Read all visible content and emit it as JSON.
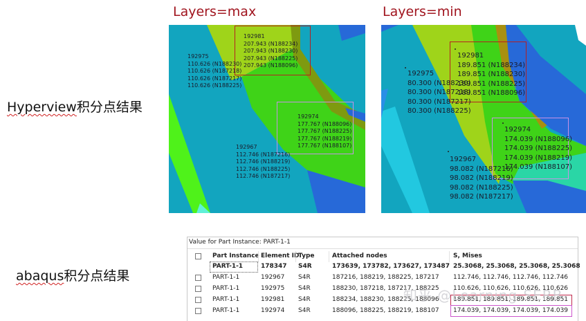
{
  "titles": {
    "left_panel": "Layers=max",
    "right_panel": "Layers=min"
  },
  "side_labels": {
    "hyperview": {
      "en": "Hyperview",
      "zh": "积分点结果"
    },
    "abaqus": {
      "en": "abaqus",
      "zh": "积分点结果"
    }
  },
  "colors": {
    "title_red": "#a0141e",
    "contour_cyan": "#12a5bf",
    "contour_yellowgreen": "#9fd41a",
    "contour_green": "#3fd318",
    "contour_olive": "#7e9a10",
    "contour_blue": "#2769d8",
    "contour_brightgreen": "#4ff21a",
    "contour_aqua": "#2ad6a6",
    "box_red": "#b52020",
    "box_violet": "#c792e6",
    "row_box_red": "#c0284a",
    "row_box_magenta": "#cc55cc"
  },
  "panel_max": {
    "e192975": {
      "id": "192975",
      "lines": [
        "110.626 (N188230)",
        "110.626 (N187218)",
        "110.626 (N187217)",
        "110.626 (N188225)"
      ]
    },
    "e192981": {
      "id": "192981",
      "lines": [
        "207.943 (N188234)",
        "207.943 (N188230)",
        "207.943 (N188225)",
        "207.943 (N188096)"
      ]
    },
    "e192974": {
      "id": "192974",
      "lines": [
        "177.767 (N188096)",
        "177.767 (N188225)",
        "177.767 (N188219)",
        "177.767 (N188107)"
      ]
    },
    "e192967": {
      "id": "192967",
      "lines": [
        "112.746 (N187216)",
        "112.746 (N188219)",
        "112.746 (N188225)",
        "112.746 (N187217)"
      ]
    }
  },
  "panel_min": {
    "e192975": {
      "id": "192975",
      "lines": [
        "80.300 (N188230)",
        "80.300 (N187218)",
        "80.300 (N187217)",
        "80.300 (N188225)"
      ]
    },
    "e192981": {
      "id": "192981",
      "lines": [
        "189.851 (N188234)",
        "189.851 (N188230)",
        "189.851 (N188225)",
        "189.851 (N188096)"
      ]
    },
    "e192974": {
      "id": "192974",
      "lines": [
        "174.039 (N188096)",
        "174.039 (N188225)",
        "174.039 (N188219)",
        "174.039 (N188107)"
      ]
    },
    "e192967": {
      "id": "192967",
      "lines": [
        "98.082 (N187216)",
        "98.082 (N188219)",
        "98.082 (N188225)",
        "98.082 (N187217)"
      ]
    }
  },
  "dialog": {
    "header": "Value for Part Instance:  PART-1-1",
    "columns": [
      "Part Instance",
      "Element ID",
      "Type",
      "Attached nodes",
      "S, Mises"
    ],
    "rows": [
      {
        "part": "PART-1-1",
        "element": "178347",
        "type": "S4R",
        "nodes": "173639, 173782, 173627, 173487",
        "mises": "25.3068, 25.3068, 25.3068, 25.3068",
        "bold": true
      },
      {
        "part": "PART-1-1",
        "element": "192967",
        "type": "S4R",
        "nodes": "187216, 188219, 188225, 187217",
        "mises": "112.746, 112.746, 112.746, 112.746"
      },
      {
        "part": "PART-1-1",
        "element": "192975",
        "type": "S4R",
        "nodes": "188230, 187218, 187217, 188225",
        "mises": "110.626, 110.626, 110.626, 110.626"
      },
      {
        "part": "PART-1-1",
        "element": "192981",
        "type": "S4R",
        "nodes": "188234, 188230, 188225, 188096",
        "mises": "189.851, 189.851, 189.851, 189.851"
      },
      {
        "part": "PART-1-1",
        "element": "192974",
        "type": "S4R",
        "nodes": "188096, 188225, 188219, 188107",
        "mises": "174.039, 174.039, 174.039, 174.039"
      }
    ]
  },
  "watermark": "知乎 @Learning-SERB"
}
